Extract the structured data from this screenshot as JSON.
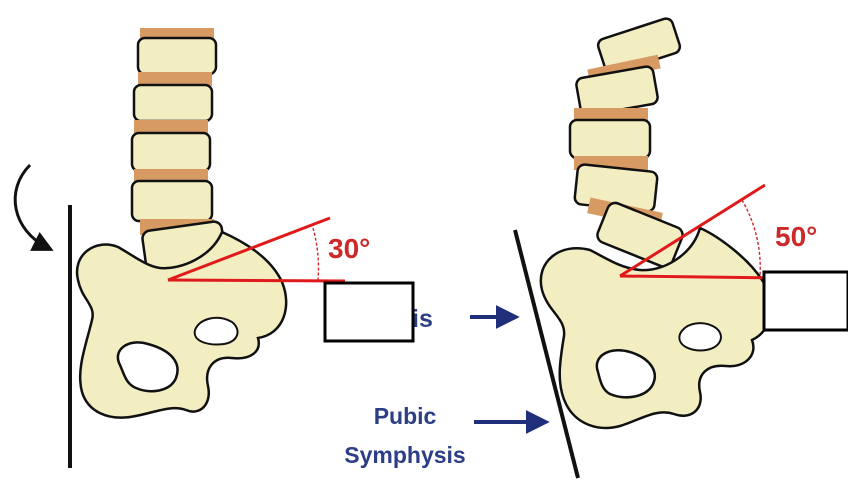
{
  "colors": {
    "bone_fill": "#f3eec2",
    "bone_stroke": "#111111",
    "disc_fill": "#d79a63",
    "angle_lines": "#e01a1a",
    "angle_text": "#cc2a2a",
    "label_text": "#2b3e86",
    "arrow": "#1f2f7a",
    "answer_box_fill": "#ffffff",
    "answer_box_stroke": "#000000"
  },
  "left_figure": {
    "angle_label": "30°",
    "partial_label": "is",
    "rotation_arrow_icon": "curved-arrow-icon"
  },
  "right_figure": {
    "angle_label": "50°",
    "pubic_label_line1": "Pubic",
    "pubic_label_line2": "Symphysis"
  },
  "answer_boxes": [
    {
      "content": ""
    },
    {
      "content": ""
    }
  ]
}
